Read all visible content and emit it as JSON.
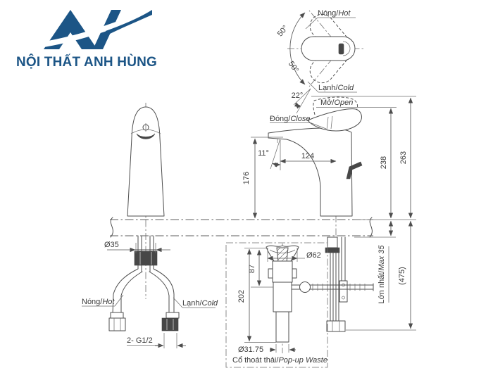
{
  "logo": {
    "text": "NỘI THẤT ANH HÙNG"
  },
  "top_view": {
    "hot_vi": "Nóng/",
    "hot_en": "Hot",
    "cold_vi": "Lạnh/",
    "cold_en": "Cold",
    "angle_upper": "50°",
    "angle_lower": "50°"
  },
  "side_view": {
    "open_vi": "Mở/",
    "open_en": "Open",
    "close_vi": "Đóng/",
    "close_en": "Close",
    "handle_angle": "22°",
    "spray_angle": "11°",
    "reach": "124",
    "spout_height": "176",
    "body_height": "238",
    "max_height": "263",
    "overall_height": "(475)",
    "deck_vi": "Lớn nhất/",
    "deck_en": "Max 35"
  },
  "front_view": {
    "hot_vi": "Nóng/",
    "hot_en": "Hot",
    "cold_vi": "Lạnh/",
    "cold_en": "Cold",
    "shank_dia": "Ø35",
    "thread": "2- G1/2"
  },
  "popup": {
    "flange_dia": "Ø62",
    "plug_height": "87",
    "body_height": "202",
    "tail_dia": "Ø31.75",
    "caption_vi": "Cổ thoát thải/",
    "caption_en": "Pop-up Waste"
  },
  "colors": {
    "brand": "#1c5586",
    "line": "#4d4d4d"
  }
}
